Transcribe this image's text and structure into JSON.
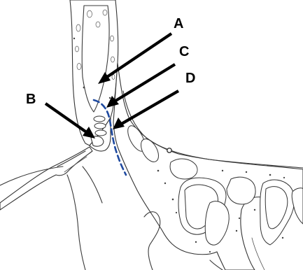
{
  "labels": {
    "a": "A",
    "b": "B",
    "c": "C",
    "d": "D"
  },
  "colors": {
    "line": "#333333",
    "arrow": "#000000",
    "dashed_line": "#1f4aa0",
    "background": "#ffffff"
  }
}
